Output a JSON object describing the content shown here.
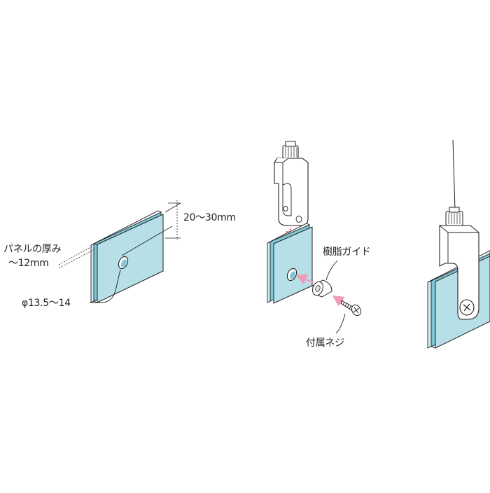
{
  "labels": {
    "height_range": "20〜30mm",
    "panel_thickness_line1": "パネルの厚み",
    "panel_thickness_line2": "〜12mm",
    "hole_diameter": "φ13.5〜14",
    "resin_guide": "樹脂ガイド",
    "screw": "付属ネジ"
  },
  "colors": {
    "glass_face": "#b6dfe8",
    "glass_edge": "#cfeef3",
    "glass_side": "#7fc7d6",
    "outline": "#231f20",
    "arrow": "#f29bb5",
    "metal": "#ffffff"
  }
}
